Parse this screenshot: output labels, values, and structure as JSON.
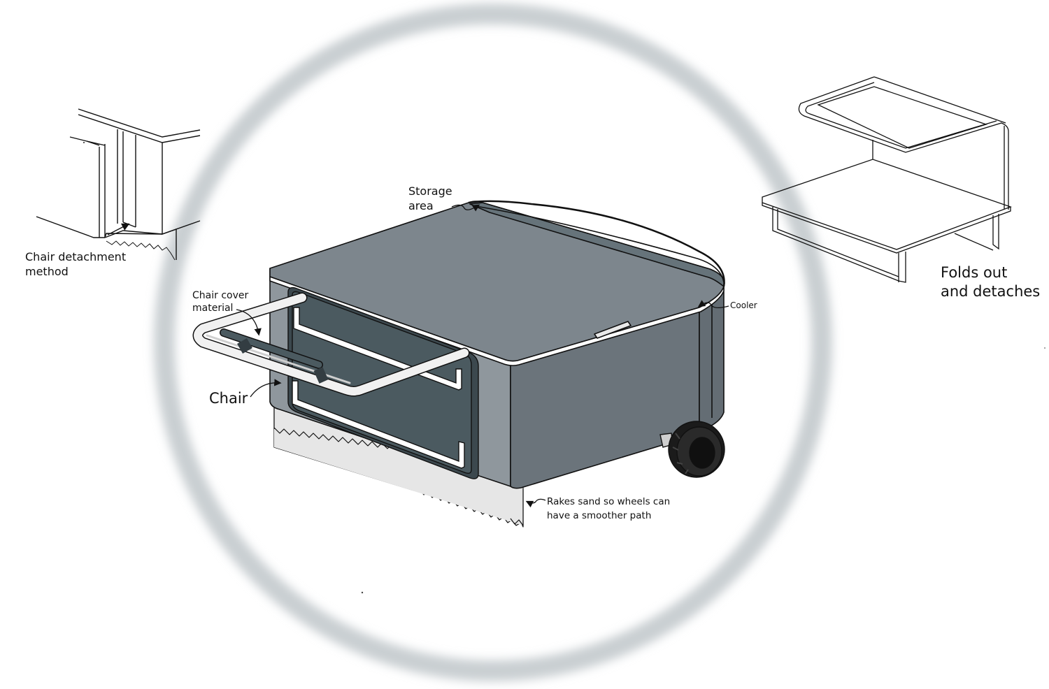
{
  "labels": {
    "detachment": [
      "Chair detachment",
      "method"
    ],
    "folds": [
      "Folds out",
      "and detaches"
    ],
    "storage": [
      "Storage",
      "area"
    ],
    "cover": [
      "Chair cover",
      "material"
    ],
    "chair": "Chair",
    "cooler": "Cooler",
    "rakes": [
      "Rakes sand so wheels can",
      "have a smoother path"
    ]
  },
  "colors": {
    "ring": "#c9cfd2",
    "body_dark": "#6b747b",
    "body_mid": "#7d868d",
    "body_light": "#8f979d",
    "chair_panel": "#4b5a60",
    "rake": "#e6e6e6",
    "line": "#111111"
  },
  "icons": [
    "detachment-detail-sketch",
    "folding-chair-sketch",
    "beach-cart-cooler",
    "wheel-icon"
  ]
}
